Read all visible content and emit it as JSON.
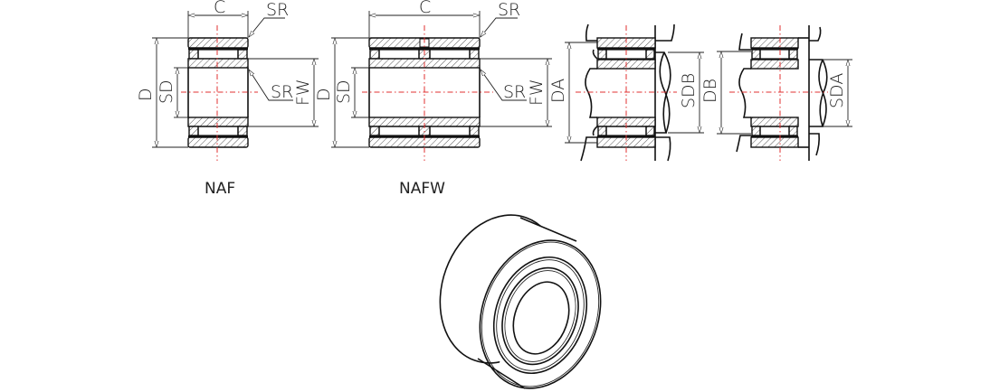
{
  "naf": {
    "caption": "NAF",
    "width_label": "C",
    "radius_top_label": "SR",
    "radius_inner_label": "SR",
    "outer_dia_label": "D",
    "shaft_dia_label": "SD",
    "fw_label": "FW"
  },
  "nafw": {
    "caption": "NAFW",
    "width_label": "C",
    "radius_top_label": "SR",
    "radius_inner_label": "SR",
    "outer_dia_label": "D",
    "shaft_dia_label": "SD",
    "fw_label": "FW"
  },
  "mount_a": {
    "housing_dia_label": "DA",
    "shaft_dia_label": "SDB"
  },
  "mount_b": {
    "housing_dia_label": "DB",
    "shaft_dia_label": "SDA"
  }
}
